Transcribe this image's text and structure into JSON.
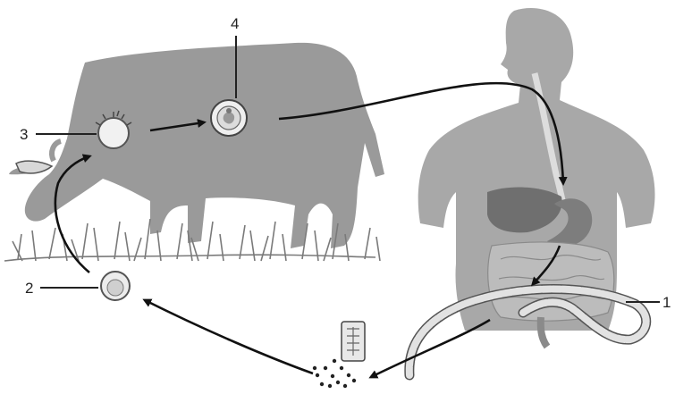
{
  "labels": {
    "l1": "1",
    "l2": "2",
    "l3": "3",
    "l4": "4"
  },
  "colors": {
    "cow": "#9a9a9a",
    "human": "#a8a8a8",
    "organ": "#6f6f6f",
    "arrow": "#111111",
    "grass": "#7a7a7a"
  }
}
